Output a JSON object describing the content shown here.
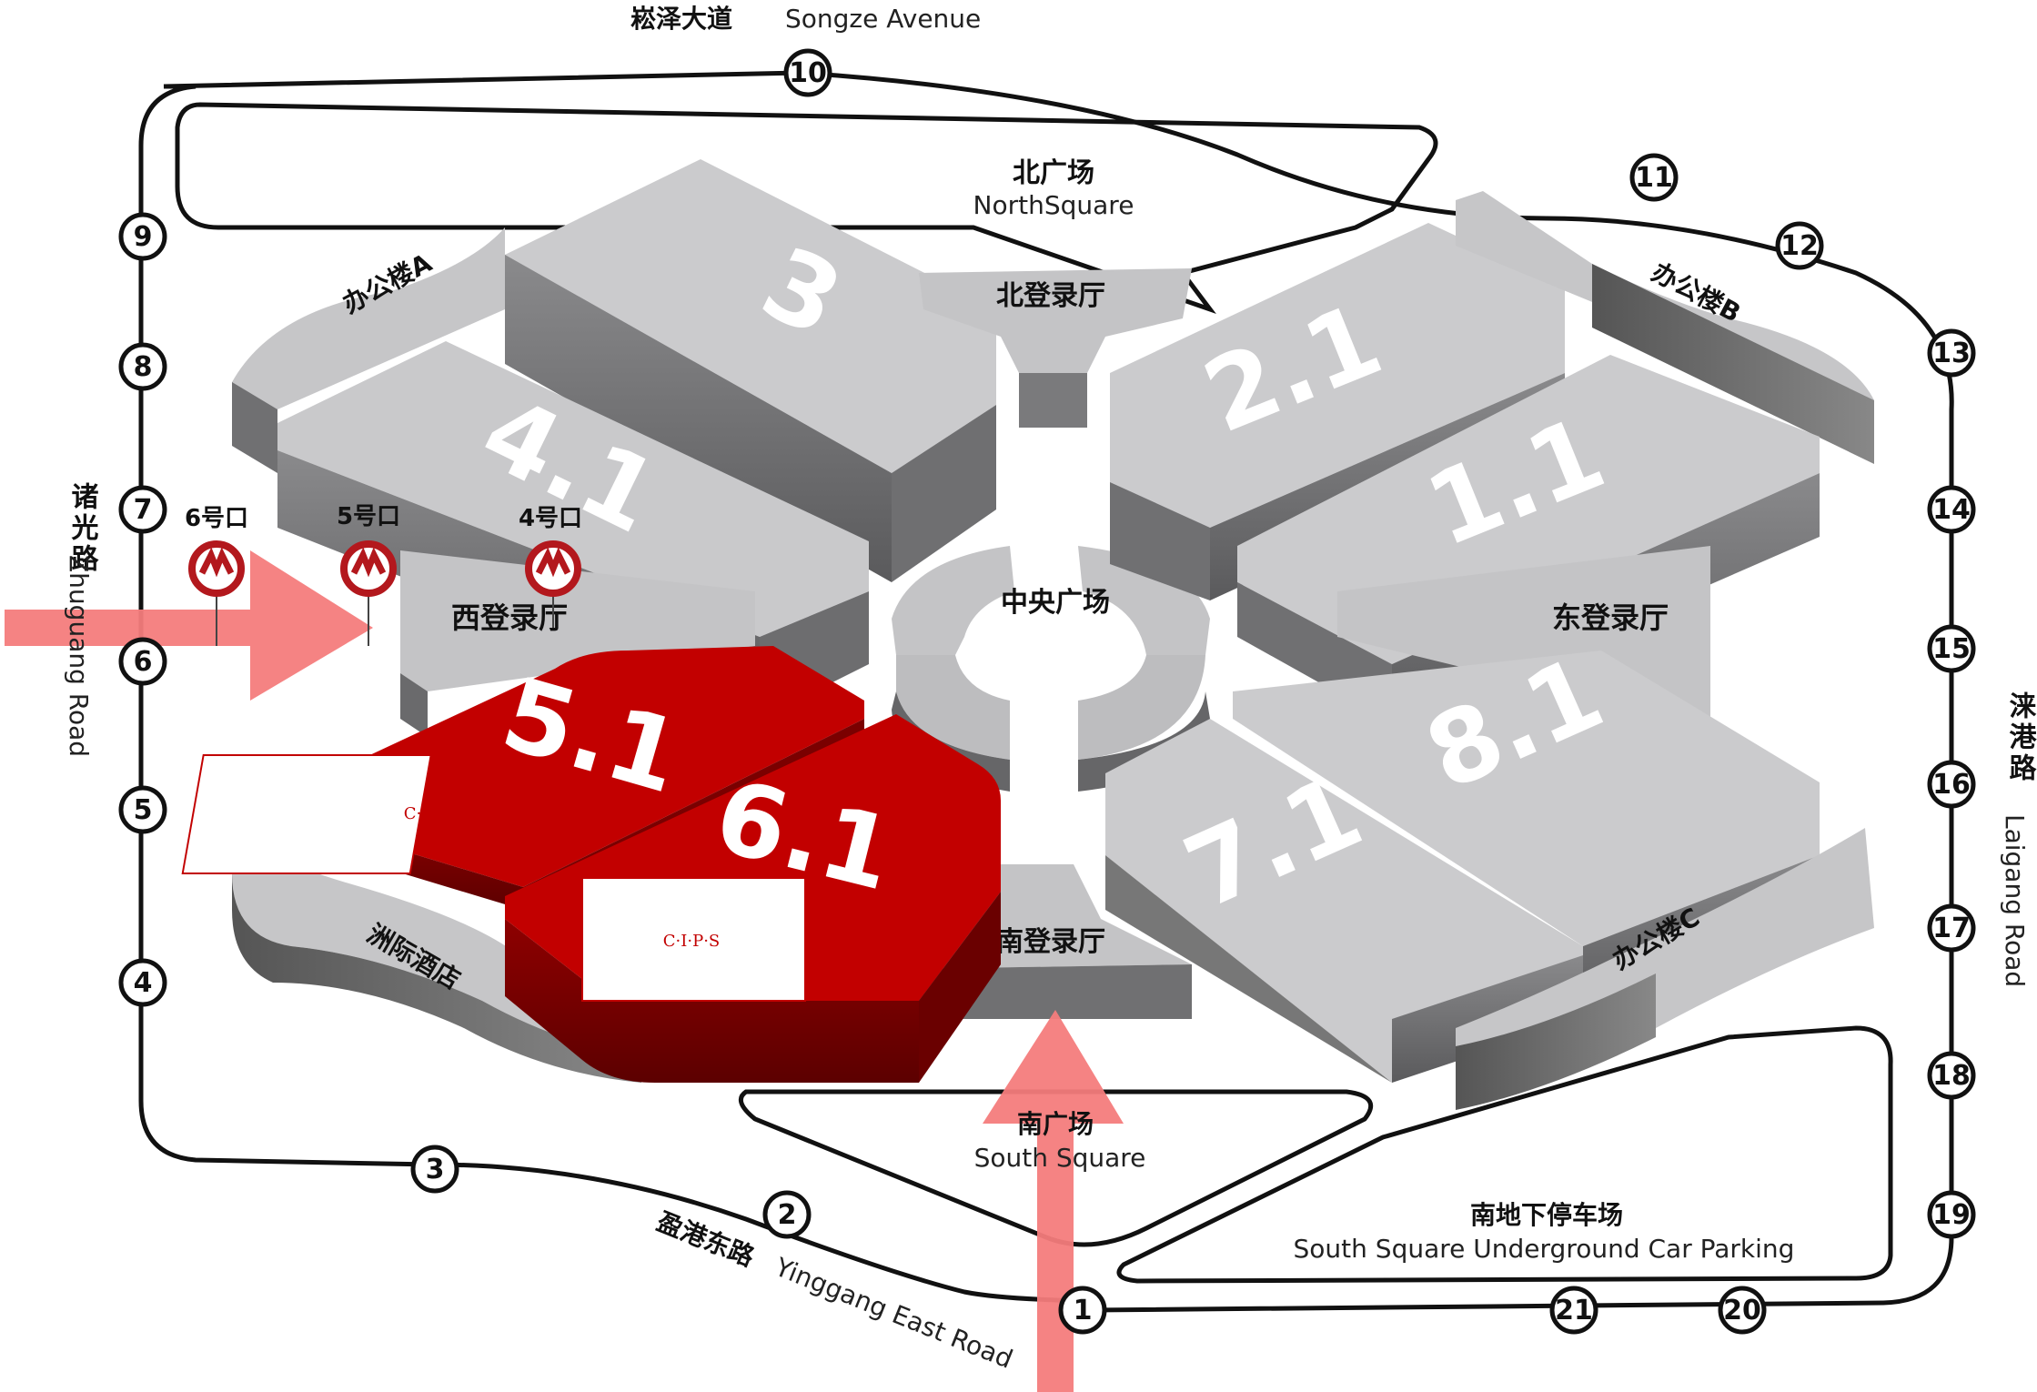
{
  "roads": {
    "north": {
      "zh": "崧泽大道",
      "en": "Songze Avenue"
    },
    "west": {
      "zh": "诸光路",
      "en": "Zhuguang Road"
    },
    "east": {
      "zh": "涞港路",
      "en": "Laigang Road"
    },
    "south": {
      "zh": "盈港东路",
      "en": "Yinggang East Road"
    }
  },
  "gates": [
    "1",
    "2",
    "3",
    "4",
    "5",
    "6",
    "7",
    "8",
    "9",
    "10",
    "11",
    "12",
    "13",
    "14",
    "15",
    "16",
    "17",
    "18",
    "19",
    "20",
    "21"
  ],
  "halls": {
    "h3": "3",
    "h41": "4.1",
    "h51": "5.1",
    "h61": "6.1",
    "h21": "2.1",
    "h11": "1.1",
    "h81": "8.1",
    "h71": "7.1"
  },
  "buildings": {
    "office_a": "办公楼A",
    "office_b": "办公楼B",
    "office_c": "办公楼C",
    "hotel": "洲际酒店"
  },
  "lobbies": {
    "north": "北登录厅",
    "south": "南登录厅",
    "east": "东登录厅",
    "west": "西登录厅",
    "central": "中央广场"
  },
  "squares": {
    "north": {
      "zh": "北广场",
      "en": "NorthSquare"
    },
    "south": {
      "zh": "南广场",
      "en": "South Square"
    },
    "parking": {
      "zh": "南地下停车场",
      "en": "South Square Underground Car Parking"
    }
  },
  "metro_exits": [
    "6号口",
    "5号口",
    "4号口"
  ],
  "badge_text": "C·I·P·S",
  "colors": {
    "highlight": "#c00000",
    "hall_gray": "#c8c8ca",
    "arrow": "#f47c7c",
    "metro": "#b3181d"
  }
}
